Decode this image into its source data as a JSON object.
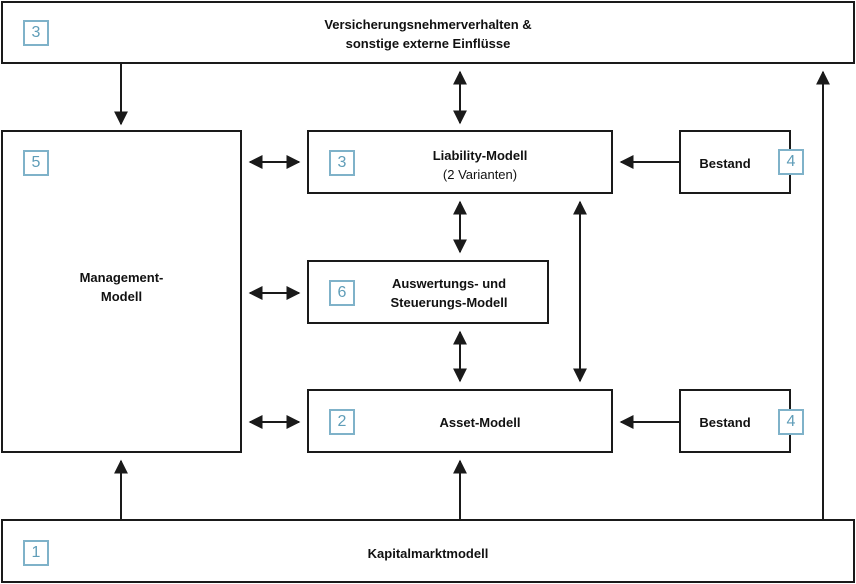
{
  "boxes": {
    "top": {
      "num": "3",
      "line1": "Versicherungsnehmerverhalten &",
      "line2": "sonstige externe Einflüsse"
    },
    "management": {
      "num": "5",
      "line1": "Management-",
      "line2": "Modell"
    },
    "liability": {
      "num": "3",
      "title": "Liability-Modell",
      "subtitle": "(2 Varianten)"
    },
    "auswertung": {
      "num": "6",
      "line1": "Auswertungs- und",
      "line2": "Steuerungs-Modell"
    },
    "asset": {
      "num": "2",
      "title": "Asset-Modell"
    },
    "bestand_top": {
      "num": "4",
      "title": "Bestand"
    },
    "bestand_bottom": {
      "num": "4",
      "title": "Bestand"
    },
    "kapital": {
      "num": "1",
      "title": "Kapitalmarktmodell"
    }
  },
  "colors": {
    "line": "#1a1a1a",
    "number_border": "#7fb2c9",
    "number_text": "#5f9db8"
  }
}
